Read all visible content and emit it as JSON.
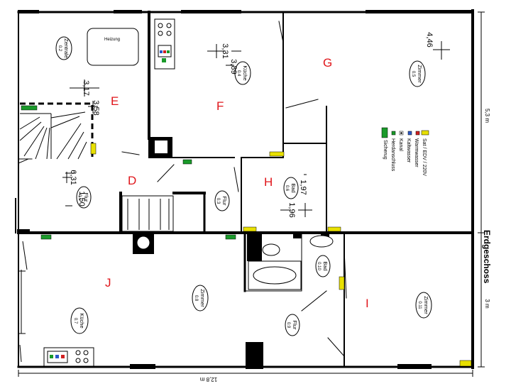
{
  "colors": {
    "wall": "#000000",
    "room_letter": "#e0161b",
    "outlet_yellow": "#e8e000",
    "outlet_green": "#1a9a2a",
    "outlet_blue": "#2a59c8",
    "outlet_red": "#d02020"
  },
  "floor_label": "Erdgeschoss",
  "dimensions": {
    "width": "12,8 m",
    "height_upper": "5,3 m",
    "height_lower": "3 m"
  },
  "rooms": [
    {
      "letter": "E"
    },
    {
      "letter": "F"
    },
    {
      "letter": "G"
    },
    {
      "letter": "D"
    },
    {
      "letter": "H"
    },
    {
      "letter": "J"
    },
    {
      "letter": "I"
    }
  ],
  "ellipses": [
    {
      "name": "Zentrale",
      "num": "0.2"
    },
    {
      "name": "Küche",
      "num": "0.4"
    },
    {
      "name": "Zimmer",
      "num": "0.5"
    },
    {
      "name": "Flur",
      "num": "0.1"
    },
    {
      "name": "Flur",
      "num": "0.3"
    },
    {
      "name": "Bad",
      "num": "0.6"
    },
    {
      "name": "Bad",
      "num": "0.10"
    },
    {
      "name": "Zimmer",
      "num": "0.8"
    },
    {
      "name": "Küche",
      "num": "0.7"
    },
    {
      "name": "Flur",
      "num": "0.9"
    },
    {
      "name": "Zimmer",
      "num": "0.11"
    }
  ],
  "heating_label": "Heizung",
  "measurements": {
    "e_a": "3,17",
    "e_b": "3,58",
    "f_a": "3,31",
    "f_b": "3,89",
    "g_a": "4,46",
    "d_a": "6,31",
    "d_b": "1,50",
    "h_a": "1,97",
    "h_b": "1,96"
  },
  "legend": [
    {
      "label": "Sat / EDV / 220V",
      "icon": "sat-edv-outlet-icon"
    },
    {
      "label": "Warmwasser",
      "icon": "hot-water-icon"
    },
    {
      "label": "Kaltwasser",
      "icon": "cold-water-icon"
    },
    {
      "label": "Kanal",
      "icon": "drain-icon"
    },
    {
      "label": "Herdanschluss",
      "icon": "stove-connection-icon"
    },
    {
      "label": "Sicherug",
      "icon": "fuse-icon"
    }
  ]
}
